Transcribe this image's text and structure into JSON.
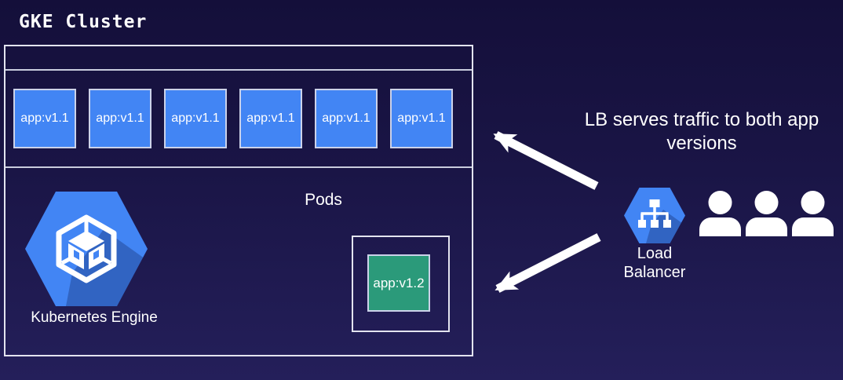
{
  "title": "GKE Cluster",
  "cluster": {
    "pods": [
      "app:v1.1",
      "app:v1.1",
      "app:v1.1",
      "app:v1.1",
      "app:v1.1",
      "app:v1.1"
    ],
    "pods_section_label": "Pods",
    "pod_v1_2_label": "app:v1.2",
    "engine_label": "Kubernetes Engine"
  },
  "right_side": {
    "annotation": "LB serves traffic to both app versions",
    "load_balancer_label": "Load Balancer",
    "users_count": 3
  },
  "icons": {
    "gke": "gke-hexagon-cube-icon",
    "load_balancer": "lb-hexagon-network-icon",
    "user": "user-silhouette-icon",
    "arrows": "white-traffic-arrow"
  },
  "colors": {
    "background_top": "#140f3a",
    "background_bottom": "#241f5a",
    "panel_border": "#e3e4ef",
    "pod_blue": "#4285f4",
    "pod_green": "#2b9a7a",
    "hexagon_blue": "#4285f4",
    "text": "#ffffff"
  }
}
